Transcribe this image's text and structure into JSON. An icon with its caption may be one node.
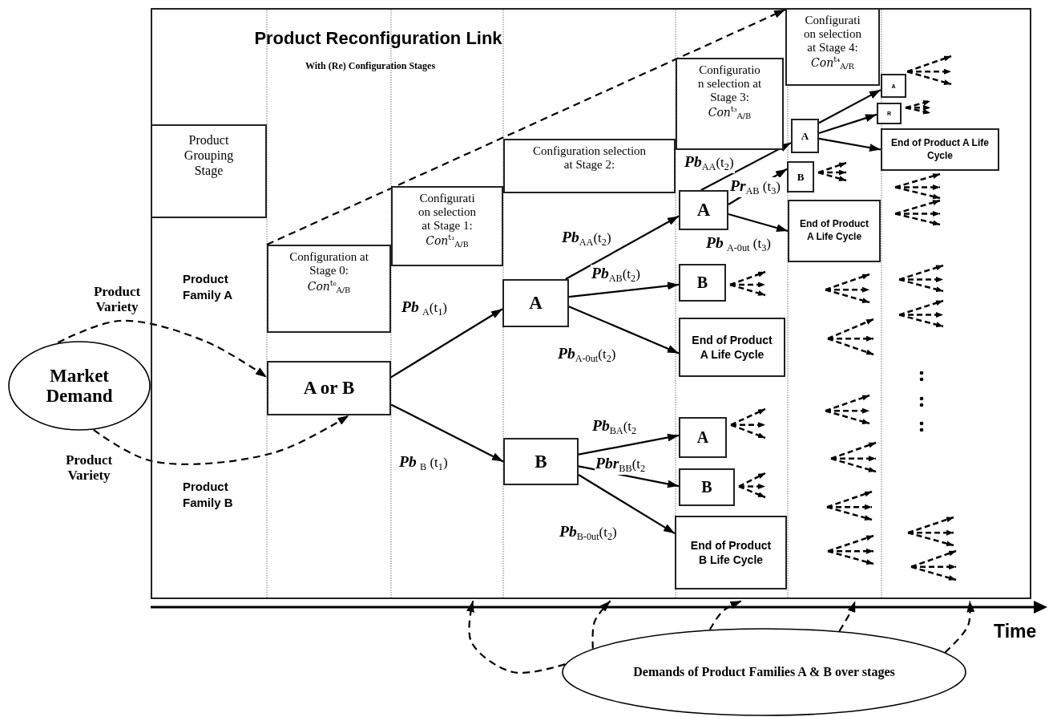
{
  "diagram": {
    "title": "Product Reconfiguration Link",
    "nodes": [
      {
        "text": [
          "With (Re) Configuration Stages"
        ]
      },
      {
        "text": [
          "Product Grouping Stage"
        ],
        "in": 0
      },
      {
        "text": [
          "Configuration at Stage 0:",
          "*Con*$^{t₀}$$_{A/B}$"
        ],
        "in": 0
      },
      {
        "text": [
          "Configurati on selection at Stage 1:",
          "*Con*$^{t₁}$$_{A/B}$"
        ],
        "in": 0
      },
      {
        "text": [
          "Configuration selection at Stage 2:"
        ],
        "in": 0
      },
      {
        "text": [
          "Configuratio n selection at Stage 3:",
          "*Con*$^{t₃}$$_{A/B}$"
        ],
        "in": 0
      },
      {
        "text": [
          "Configurati on selection at Stage 4:",
          "*Con*$^{t₄}$$_{A/R}$"
        ],
        "in": 0
      },
      {
        "text": [
          "Market Demand"
        ]
      },
      {
        "text": [
          "A or B"
        ],
        "in": 0
      },
      {
        "text": [
          "A"
        ],
        "in": 0
      },
      {
        "text": [
          "B"
        ],
        "in": 0
      },
      {
        "text": [
          "A"
        ],
        "in": 0
      },
      {
        "text": [
          "B"
        ],
        "in": 0
      },
      {
        "text": [
          "End of Product A Life Cycle"
        ],
        "in": 0
      },
      {
        "text": [
          "A"
        ],
        "in": 0
      },
      {
        "text": [
          "B"
        ],
        "in": 0
      },
      {
        "text": [
          "End of Product B Life Cycle"
        ],
        "in": 0
      },
      {
        "text": [
          "A"
        ],
        "in": 0
      },
      {
        "text": [
          "B"
        ],
        "in": 0
      },
      {
        "text": [
          "End of Product A Life Cycle"
        ],
        "in": 0
      },
      {
        "text": [
          "A"
        ],
        "in": 0
      },
      {
        "text": [
          "R"
        ],
        "in": 0
      },
      {
        "text": [
          "End of Product A Life Cycle"
        ],
        "in": 0
      },
      {
        "text": [
          "Demands of Product Families A & B over stages"
        ]
      }
    ],
    "edges": [
      {
        "from": 2,
        "to": 6,
        "arrow": "to",
        "style": "dashed"
      },
      {
        "from": 7,
        "to": 8,
        "arrow": "to",
        "style": "dashed",
        "label": "Product Variety"
      },
      {
        "from": 7,
        "to": 8,
        "arrow": "to",
        "style": "dashed",
        "label": "Product Variety"
      },
      {
        "from": 8,
        "to": 9,
        "arrow": "to",
        "label": "**Pb** $_{A}$(t$_{1}$)"
      },
      {
        "from": 8,
        "to": 10,
        "arrow": "to",
        "label": "**Pb** $_{B}$ (t$_{1}$)"
      },
      {
        "from": 9,
        "to": 11,
        "arrow": "to",
        "label": "**Pb**$_{AA}$(t$_{2}$)"
      },
      {
        "from": 9,
        "to": 12,
        "arrow": "to",
        "label": "**Pb**$_{AB}$(t$_{2}$)"
      },
      {
        "from": 9,
        "to": 13,
        "arrow": "to",
        "label": "**Pb**$_{A-0ut}$(t$_{2}$)"
      },
      {
        "from": 10,
        "to": 14,
        "arrow": "to",
        "label": "**Pb**$_{BA}$(t$_{2}$"
      },
      {
        "from": 10,
        "to": 15,
        "arrow": "to",
        "label": "**Pbr**$_{BB}$(t$_{2}$"
      },
      {
        "from": 10,
        "to": 16,
        "arrow": "to",
        "label": "**Pb**$_{B-0ut}$(t$_{2}$)"
      },
      {
        "from": 11,
        "to": 17,
        "arrow": "to",
        "label": "**Pb**$_{AA}$(t$_{2}$)"
      },
      {
        "from": 11,
        "to": 18,
        "arrow": "to",
        "label": "**Pr**$_{AB}$ (t$_{3}$)"
      },
      {
        "from": 11,
        "to": 19,
        "arrow": "to",
        "label": "**Pb** $_{A-0ut}$ (t$_{3}$)"
      },
      {
        "from": 17,
        "to": 20,
        "arrow": "to"
      },
      {
        "from": 17,
        "to": 21,
        "arrow": "to"
      },
      {
        "from": 17,
        "to": 22,
        "arrow": "to"
      },
      {
        "from": 23,
        "to": 0,
        "arrow": "to",
        "style": "dashed"
      },
      {
        "from": 23,
        "to": 0,
        "arrow": "to",
        "style": "dashed"
      },
      {
        "from": 23,
        "to": 0,
        "arrow": "to",
        "style": "dashed"
      },
      {
        "from": 23,
        "to": 0,
        "arrow": "to",
        "style": "dashed"
      },
      {
        "from": 23,
        "to": 0,
        "arrow": "to",
        "style": "dashed"
      }
    ],
    "labels": [
      "Product Family A",
      "Product Family B",
      "Time"
    ]
  }
}
